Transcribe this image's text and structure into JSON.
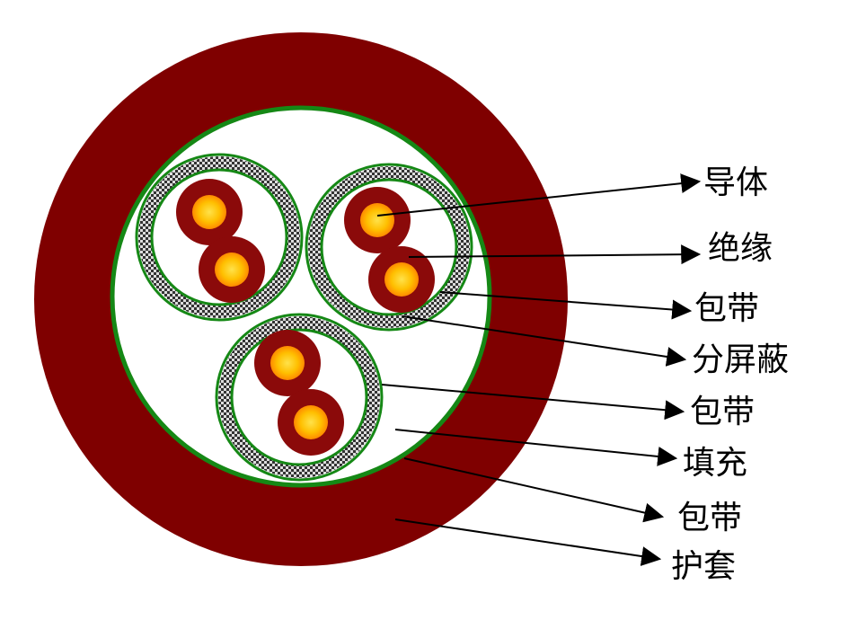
{
  "colors": {
    "jacket": "#7f0000",
    "green_band": "#158815",
    "filler": "#ffffff",
    "insulation": "#8b0a0a",
    "conductor_core": "#ffcc00",
    "conductor_edge": "#ff8c00",
    "shield_dark": "#333333",
    "shield_light": "#dddddd",
    "leader": "#000000"
  },
  "labels": {
    "conductor": "导体",
    "insulation": "绝缘",
    "pair_wrap": "包带",
    "individual_shield": "分屏蔽",
    "inner_wrap": "包带",
    "filler": "填充",
    "outer_wrap": "包带",
    "jacket": "护套"
  }
}
